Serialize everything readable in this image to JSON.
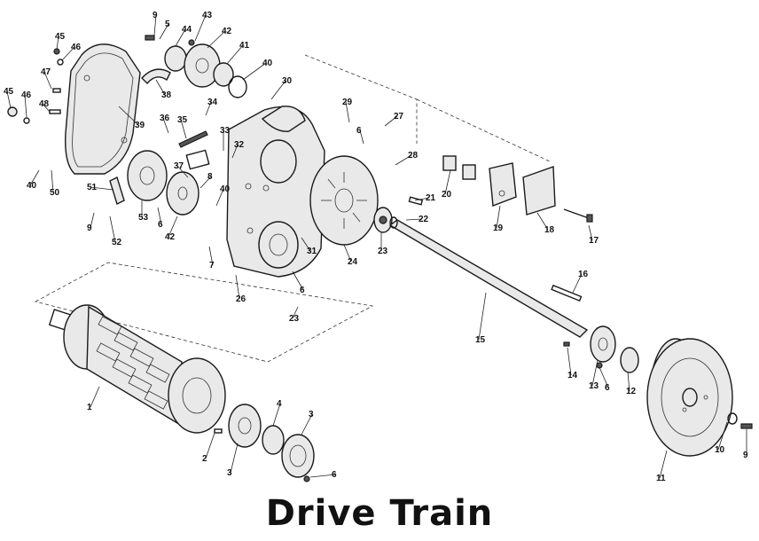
{
  "diagram": {
    "title": "Drive Train",
    "callouts": [
      {
        "key": "9a",
        "text": "9"
      },
      {
        "key": "5",
        "text": "5"
      },
      {
        "key": "44",
        "text": "44"
      },
      {
        "key": "43",
        "text": "43"
      },
      {
        "key": "42a",
        "text": "42"
      },
      {
        "key": "41",
        "text": "41"
      },
      {
        "key": "40a",
        "text": "40"
      },
      {
        "key": "45a",
        "text": "45"
      },
      {
        "key": "46a",
        "text": "46"
      },
      {
        "key": "47",
        "text": "47"
      },
      {
        "key": "45b",
        "text": "45"
      },
      {
        "key": "46b",
        "text": "46"
      },
      {
        "key": "48",
        "text": "48"
      },
      {
        "key": "38",
        "text": "38"
      },
      {
        "key": "39",
        "text": "39"
      },
      {
        "key": "30",
        "text": "30"
      },
      {
        "key": "34",
        "text": "34"
      },
      {
        "key": "36",
        "text": "36"
      },
      {
        "key": "35",
        "text": "35"
      },
      {
        "key": "33",
        "text": "33"
      },
      {
        "key": "32",
        "text": "32"
      },
      {
        "key": "29",
        "text": "29"
      },
      {
        "key": "27",
        "text": "27"
      },
      {
        "key": "6a",
        "text": "6"
      },
      {
        "key": "28",
        "text": "28"
      },
      {
        "key": "40b",
        "text": "40"
      },
      {
        "key": "50",
        "text": "50"
      },
      {
        "key": "51",
        "text": "51"
      },
      {
        "key": "37",
        "text": "37"
      },
      {
        "key": "8",
        "text": "8"
      },
      {
        "key": "40c",
        "text": "40"
      },
      {
        "key": "9b",
        "text": "9"
      },
      {
        "key": "52",
        "text": "52"
      },
      {
        "key": "53",
        "text": "53"
      },
      {
        "key": "6b",
        "text": "6"
      },
      {
        "key": "42b",
        "text": "42"
      },
      {
        "key": "7",
        "text": "7"
      },
      {
        "key": "26",
        "text": "26"
      },
      {
        "key": "31",
        "text": "31"
      },
      {
        "key": "24",
        "text": "24"
      },
      {
        "key": "23a",
        "text": "23"
      },
      {
        "key": "22",
        "text": "22"
      },
      {
        "key": "21",
        "text": "21"
      },
      {
        "key": "20",
        "text": "20"
      },
      {
        "key": "19",
        "text": "19"
      },
      {
        "key": "18",
        "text": "18"
      },
      {
        "key": "17",
        "text": "17"
      },
      {
        "key": "6c",
        "text": "6"
      },
      {
        "key": "23b",
        "text": "23"
      },
      {
        "key": "16",
        "text": "16"
      },
      {
        "key": "15",
        "text": "15"
      },
      {
        "key": "14",
        "text": "14"
      },
      {
        "key": "13",
        "text": "13"
      },
      {
        "key": "6d",
        "text": "6"
      },
      {
        "key": "12",
        "text": "12"
      },
      {
        "key": "1",
        "text": "1"
      },
      {
        "key": "2",
        "text": "2"
      },
      {
        "key": "4",
        "text": "4"
      },
      {
        "key": "3a",
        "text": "3"
      },
      {
        "key": "3b",
        "text": "3"
      },
      {
        "key": "6e",
        "text": "6"
      },
      {
        "key": "11",
        "text": "11"
      },
      {
        "key": "10",
        "text": "10"
      },
      {
        "key": "9c",
        "text": "9"
      }
    ]
  }
}
